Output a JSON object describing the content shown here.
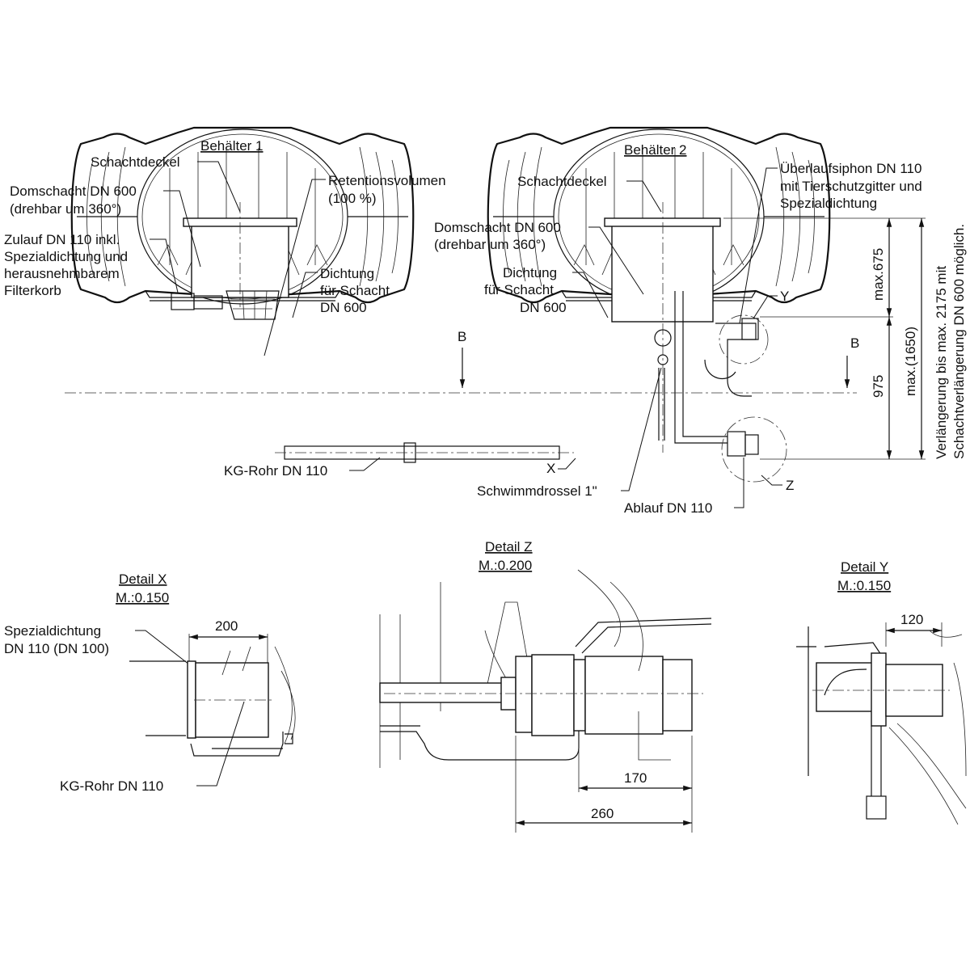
{
  "main": {
    "tank1_title": "Behälter 1",
    "tank2_title": "Behälter 2",
    "t1_schachtdeckel": "Schachtdeckel",
    "t1_domschacht_1": "Domschacht DN 600",
    "t1_domschacht_2": "(drehbar um 360°)",
    "t1_zulauf_1": "Zulauf DN 110 inkl.",
    "t1_zulauf_2": "Spezialdichtung und",
    "t1_zulauf_3": "herausnehmbarem",
    "t1_zulauf_4": "Filterkorb",
    "t1_retention_1": "Retentionsvolumen",
    "t1_retention_2": "(100 %)",
    "t1_dichtung_1": "Dichtung",
    "t1_dichtung_2": "für Schacht",
    "t1_dichtung_3": "DN 600",
    "t2_schachtdeckel": "Schachtdeckel",
    "t2_domschacht_1": "Domschacht DN 600",
    "t2_domschacht_2": "(drehbar um 360°)",
    "t2_dichtung_1": "Dichtung",
    "t2_dichtung_2": "für Schacht",
    "t2_dichtung_3": "DN 600",
    "overflow_1": "Überlaufsiphon DN 110",
    "overflow_2": "mit Tierschutzgitter und",
    "overflow_3": "Spezialdichtung",
    "kg_rohr": "KG-Rohr DN 110",
    "schwimmdrossel": "Schwimmdrossel 1\"",
    "ablauf": "Ablauf DN 110",
    "marker_x": "X",
    "marker_y": "Y",
    "marker_z": "Z",
    "section_b_left": "B",
    "section_b_right": "B",
    "dim_max675": "max.675",
    "dim_975": "975",
    "dim_max1650": "max.(1650)",
    "ext_note_1": "Verlängerung bis max. 2175 mit",
    "ext_note_2": "Schachtverlängerung DN 600 möglich."
  },
  "detail_x": {
    "title": "Detail X",
    "scale": "M.:0.150",
    "seal_1": "Spezialdichtung",
    "seal_2": "DN 110 (DN 100)",
    "dim": "200",
    "pipe": "KG-Rohr DN 110"
  },
  "detail_z": {
    "title": "Detail Z",
    "scale": "M.:0.200",
    "dim_170": "170",
    "dim_260": "260"
  },
  "detail_y": {
    "title": "Detail Y",
    "scale": "M.:0.150",
    "dim": "120"
  },
  "colors": {
    "line": "#111111",
    "background": "#ffffff"
  }
}
